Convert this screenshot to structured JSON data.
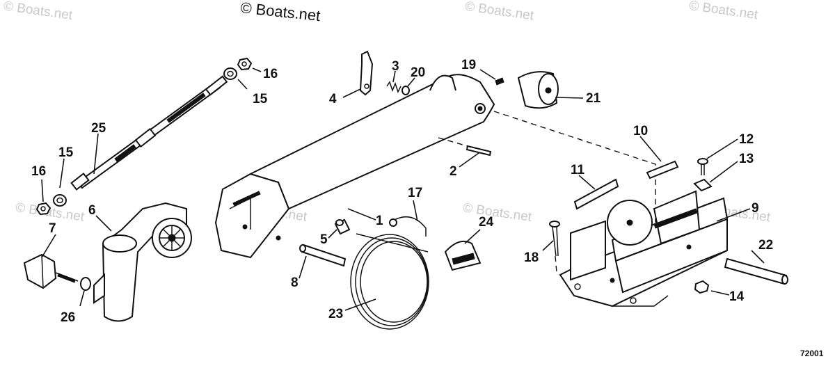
{
  "watermarks": {
    "main": "© Boats.net",
    "faint": "© Boats.net"
  },
  "figure_code": "72001",
  "callouts": {
    "c1": "1",
    "c2": "2",
    "c3": "3",
    "c4": "4",
    "c5": "5",
    "c6": "6",
    "c7": "7",
    "c8": "8",
    "c9": "9",
    "c10": "10",
    "c11": "11",
    "c12": "12",
    "c13": "13",
    "c14": "14",
    "c15a": "15",
    "c15b": "15",
    "c16a": "16",
    "c16b": "16",
    "c17": "17",
    "c18": "18",
    "c19": "19",
    "c20": "20",
    "c21": "21",
    "c22": "22",
    "c23": "23",
    "c24": "24",
    "c25": "25",
    "c26": "26"
  }
}
